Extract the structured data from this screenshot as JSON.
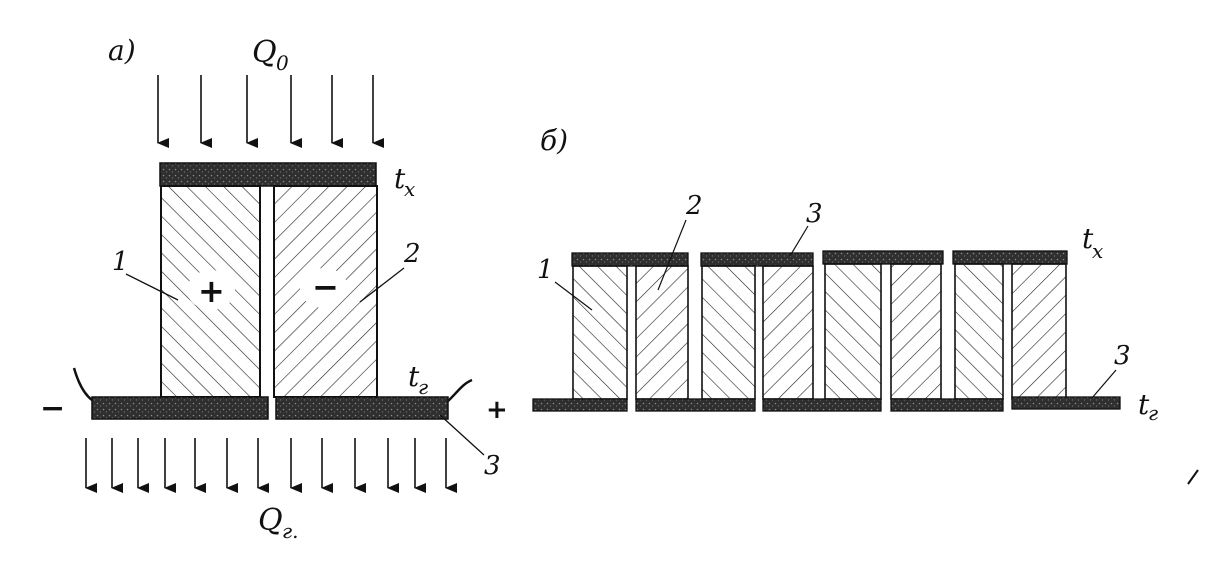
{
  "diagram_a": {
    "panel_label": "а)",
    "heat_in_label": "Q",
    "heat_in_sub": "0",
    "heat_out_label": "Q",
    "heat_out_sub": "г.",
    "cold_temp_label": "t",
    "cold_temp_sub": "x",
    "hot_temp_label": "t",
    "hot_temp_sub": "г",
    "leg_p_number": "1",
    "leg_n_number": "2",
    "plate_number": "3",
    "leg_p_sign": "+",
    "leg_n_sign": "−",
    "terminal_neg": "−",
    "terminal_pos": "+"
  },
  "diagram_b": {
    "panel_label": "б)",
    "leg_p_number": "1",
    "leg_n_number": "2",
    "plate_top_number": "3",
    "plate_bottom_number": "3",
    "cold_temp_label": "t",
    "cold_temp_sub": "x",
    "hot_temp_label": "t",
    "hot_temp_sub": "г"
  },
  "colors": {
    "ink": "#111111",
    "plate": "#2b2b2b",
    "background": "#ffffff"
  }
}
